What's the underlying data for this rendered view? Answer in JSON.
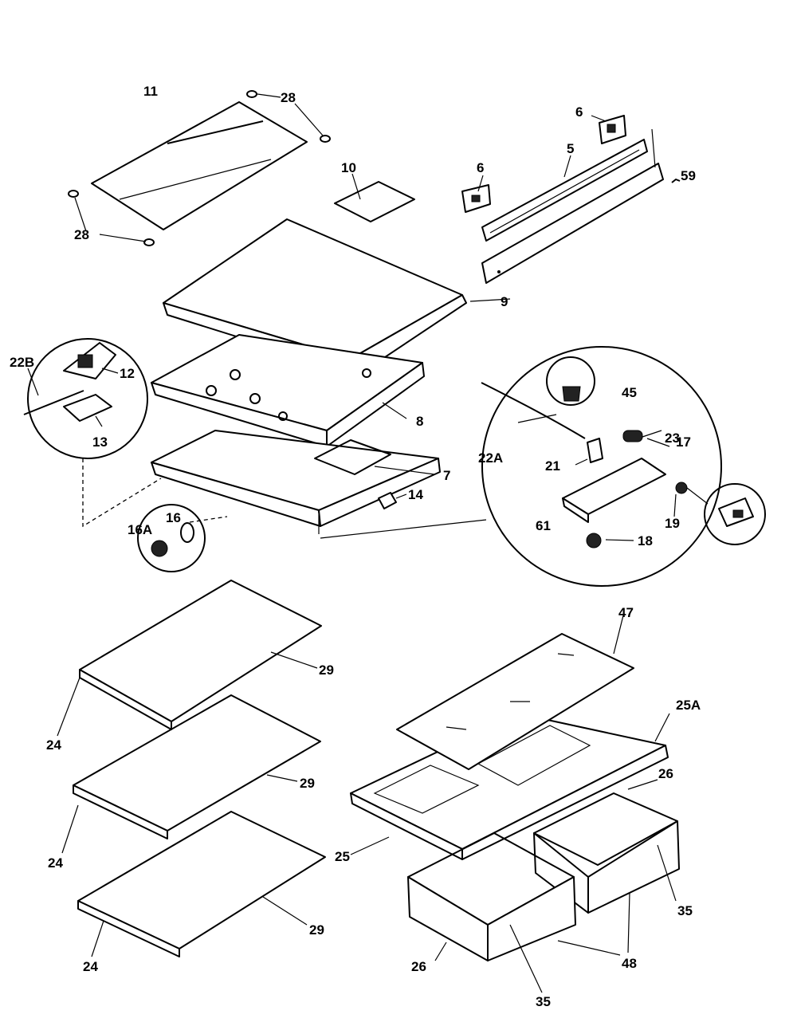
{
  "labels": {
    "l11": "11",
    "l28a": "28",
    "l28b": "28",
    "l10": "10",
    "l6a": "6",
    "l6b": "6",
    "l5": "5",
    "l59": "59",
    "l9": "9",
    "l22b": "22B",
    "l12": "12",
    "l13": "13",
    "l8": "8",
    "l7": "7",
    "l14": "14",
    "l16": "16",
    "l16a": "16A",
    "l45": "45",
    "l23": "23",
    "l17": "17",
    "l22a": "22A",
    "l21": "21",
    "l61": "61",
    "l18": "18",
    "l19": "19",
    "l47": "47",
    "l25a": "25A",
    "l26a": "26",
    "l29a": "29",
    "l29b": "29",
    "l29c": "29",
    "l24a": "24",
    "l24b": "24",
    "l24c": "24",
    "l25": "25",
    "l35a": "35",
    "l35b": "35",
    "l26b": "26",
    "l48": "48"
  }
}
